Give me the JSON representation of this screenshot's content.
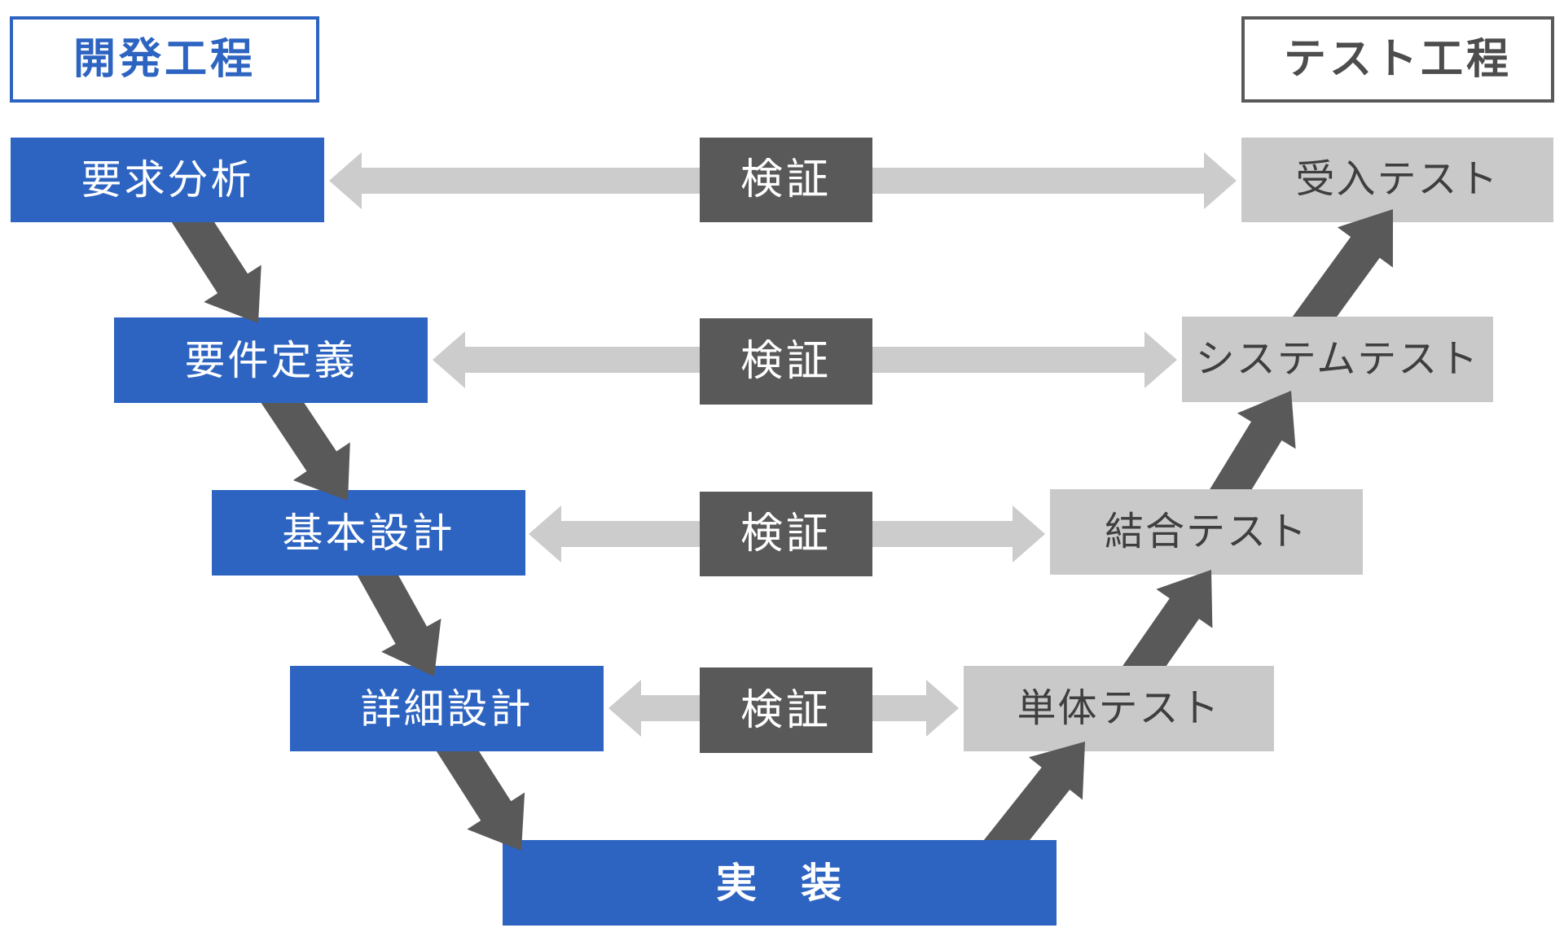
{
  "colors": {
    "blue": "#2E64C1",
    "dark_gray": "#595959",
    "light_gray_arrow": "#CCCCCC",
    "test_box_gray": "#C9C9C9",
    "test_text_gray": "#3E3E3E",
    "header_test_text": "#4D4D4D",
    "white": "#FFFFFF"
  },
  "headers": {
    "dev_label": "開発工程",
    "test_label": "テスト工程"
  },
  "dev_stages": {
    "s1": "要求分析",
    "s2": "要件定義",
    "s3": "基本設計",
    "s4": "詳細設計"
  },
  "implementation_label": "実　装",
  "test_stages": {
    "s1": "受入テスト",
    "s2": "システムテスト",
    "s3": "結合テスト",
    "s4": "単体テスト"
  },
  "verification_labels": [
    "検証",
    "検証",
    "検証",
    "検証"
  ]
}
